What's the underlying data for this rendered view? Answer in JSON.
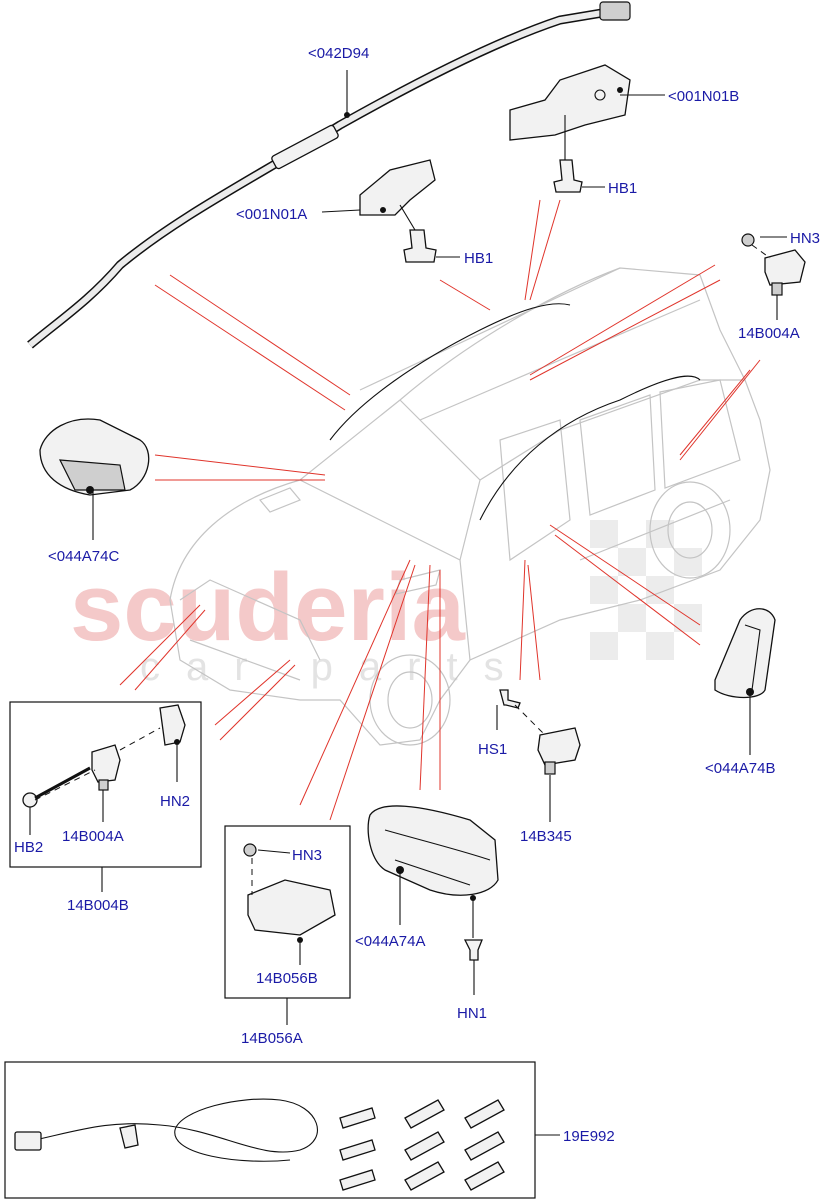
{
  "watermark": {
    "brand": "scuderia",
    "sub": "car parts"
  },
  "labels": {
    "curtain_airbag": "<042D94",
    "bracket_right": "<001N01B",
    "bracket_left": "<001N01A",
    "hb1_right": "HB1",
    "hb1_left": "HB1",
    "hn3_top": "HN3",
    "sensor_top": "14B004A",
    "driver_airbag": "<044A74C",
    "seat_airbag": "<044A74B",
    "hs1": "HS1",
    "sensor_b345": "14B345",
    "passenger_airbag": "<044A74A",
    "hn1": "HN1",
    "hn2": "HN2",
    "hb2": "HB2",
    "sensor_box_inner": "14B004A",
    "sensor_box_outer": "14B004B",
    "hn3_box": "HN3",
    "module_inner": "14B056B",
    "module_outer": "14B056A",
    "harness_kit": "19E992"
  }
}
